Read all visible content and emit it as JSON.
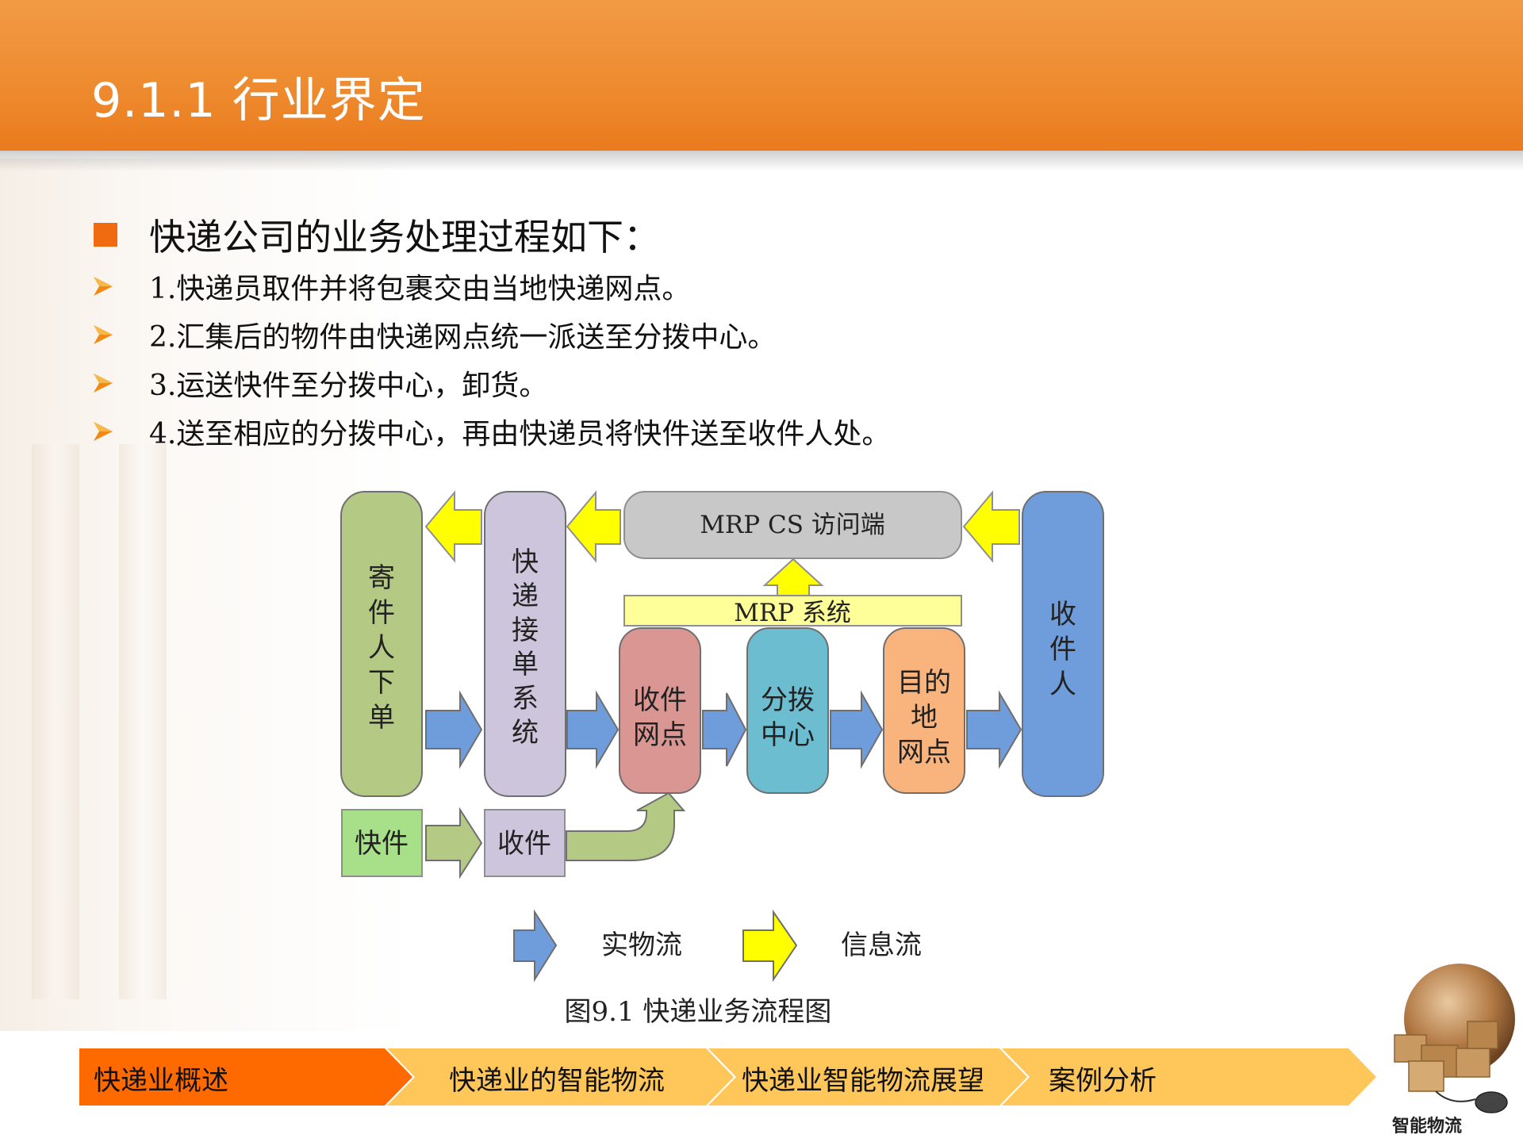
{
  "title": "9.1.1 行业界定",
  "heading": "快递公司的业务处理过程如下：",
  "bullets": [
    "1.快递员取件并将包裹交由当地快递网点。",
    "2.汇集后的物件由快递网点统一派送至分拨中心。",
    "3.运送快件至分拨中心，卸货。",
    "4.送至相应的分拨中心，再由快递员将快件送至收件人处。"
  ],
  "diagram": {
    "sender_lines": [
      "寄",
      "件",
      "人",
      "下",
      "单"
    ],
    "order_lines": [
      "快",
      "递",
      "接",
      "单",
      "系",
      "统"
    ],
    "mrp_cs": "MRP CS 访问端",
    "mrp_system": "MRP 系统",
    "collect_point_lines": [
      "收件",
      "网点"
    ],
    "center_lines": [
      "分拨",
      "中心"
    ],
    "dest_lines": [
      "目的",
      "地",
      "网点"
    ],
    "receiver_lines": [
      "收",
      "件",
      "人"
    ],
    "parcel": "快件",
    "pickup": "收件",
    "legend_physical": "实物流",
    "legend_info": "信息流",
    "caption": "图9.1 快递业务流程图"
  },
  "nav": [
    "快递业概述",
    "快递业的智能物流",
    "快递业智能物流展望",
    "案例分析"
  ],
  "logo_text": "智能物流",
  "colors": {
    "header": "#ee8a2e",
    "bullet": "#f06a0f",
    "sender": "#b4c983",
    "order_system": "#cdc5dc",
    "mrp_cs": "#c8c8c8",
    "mrp_system": "#ffff99",
    "collect_point": "#d99692",
    "center": "#6dbdd1",
    "dest": "#f8b47c",
    "receiver": "#6f9ddb",
    "parcel": "#a8e08a",
    "physical_flow": "#6f9ddb",
    "info_flow": "#ffff00",
    "nav_active": "#ff6a00",
    "nav_inactive": "#ffc65a"
  }
}
